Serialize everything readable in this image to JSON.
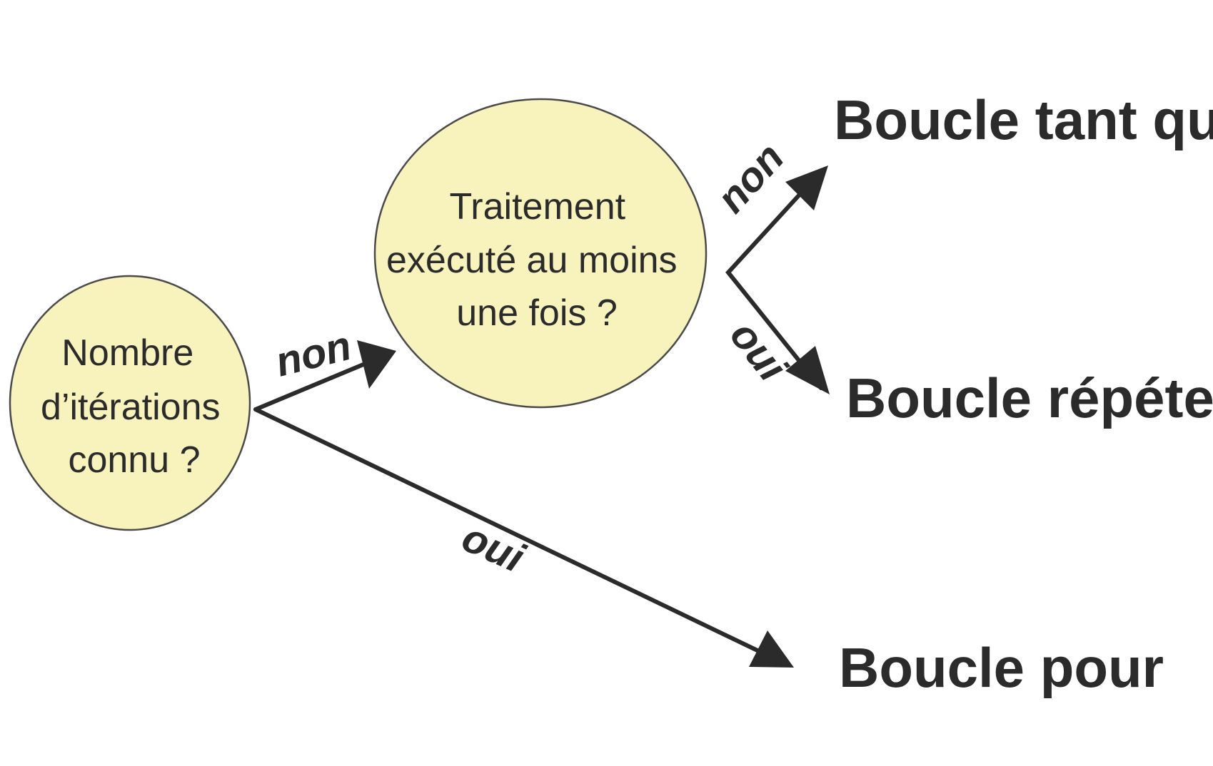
{
  "colors": {
    "node_fill": "#f8f3bd",
    "node_stroke": "#4a4a4a",
    "line": "#2b2b2b",
    "text": "#2b2b2b"
  },
  "nodes": {
    "q1": {
      "lines": [
        "Nombre",
        "d’itérations",
        "connu ?"
      ]
    },
    "q2": {
      "lines": [
        "Traitement",
        "exécuté au moins",
        "une fois ?"
      ]
    }
  },
  "edges": {
    "q1_to_q2": {
      "label": "non"
    },
    "q1_to_pour": {
      "label": "oui"
    },
    "q2_to_tantque": {
      "label": "non"
    },
    "q2_to_repeter": {
      "label": "oui"
    }
  },
  "outcomes": {
    "tant_que": "Boucle tant que",
    "repeter": "Boucle répéter",
    "pour": "Boucle pour"
  }
}
